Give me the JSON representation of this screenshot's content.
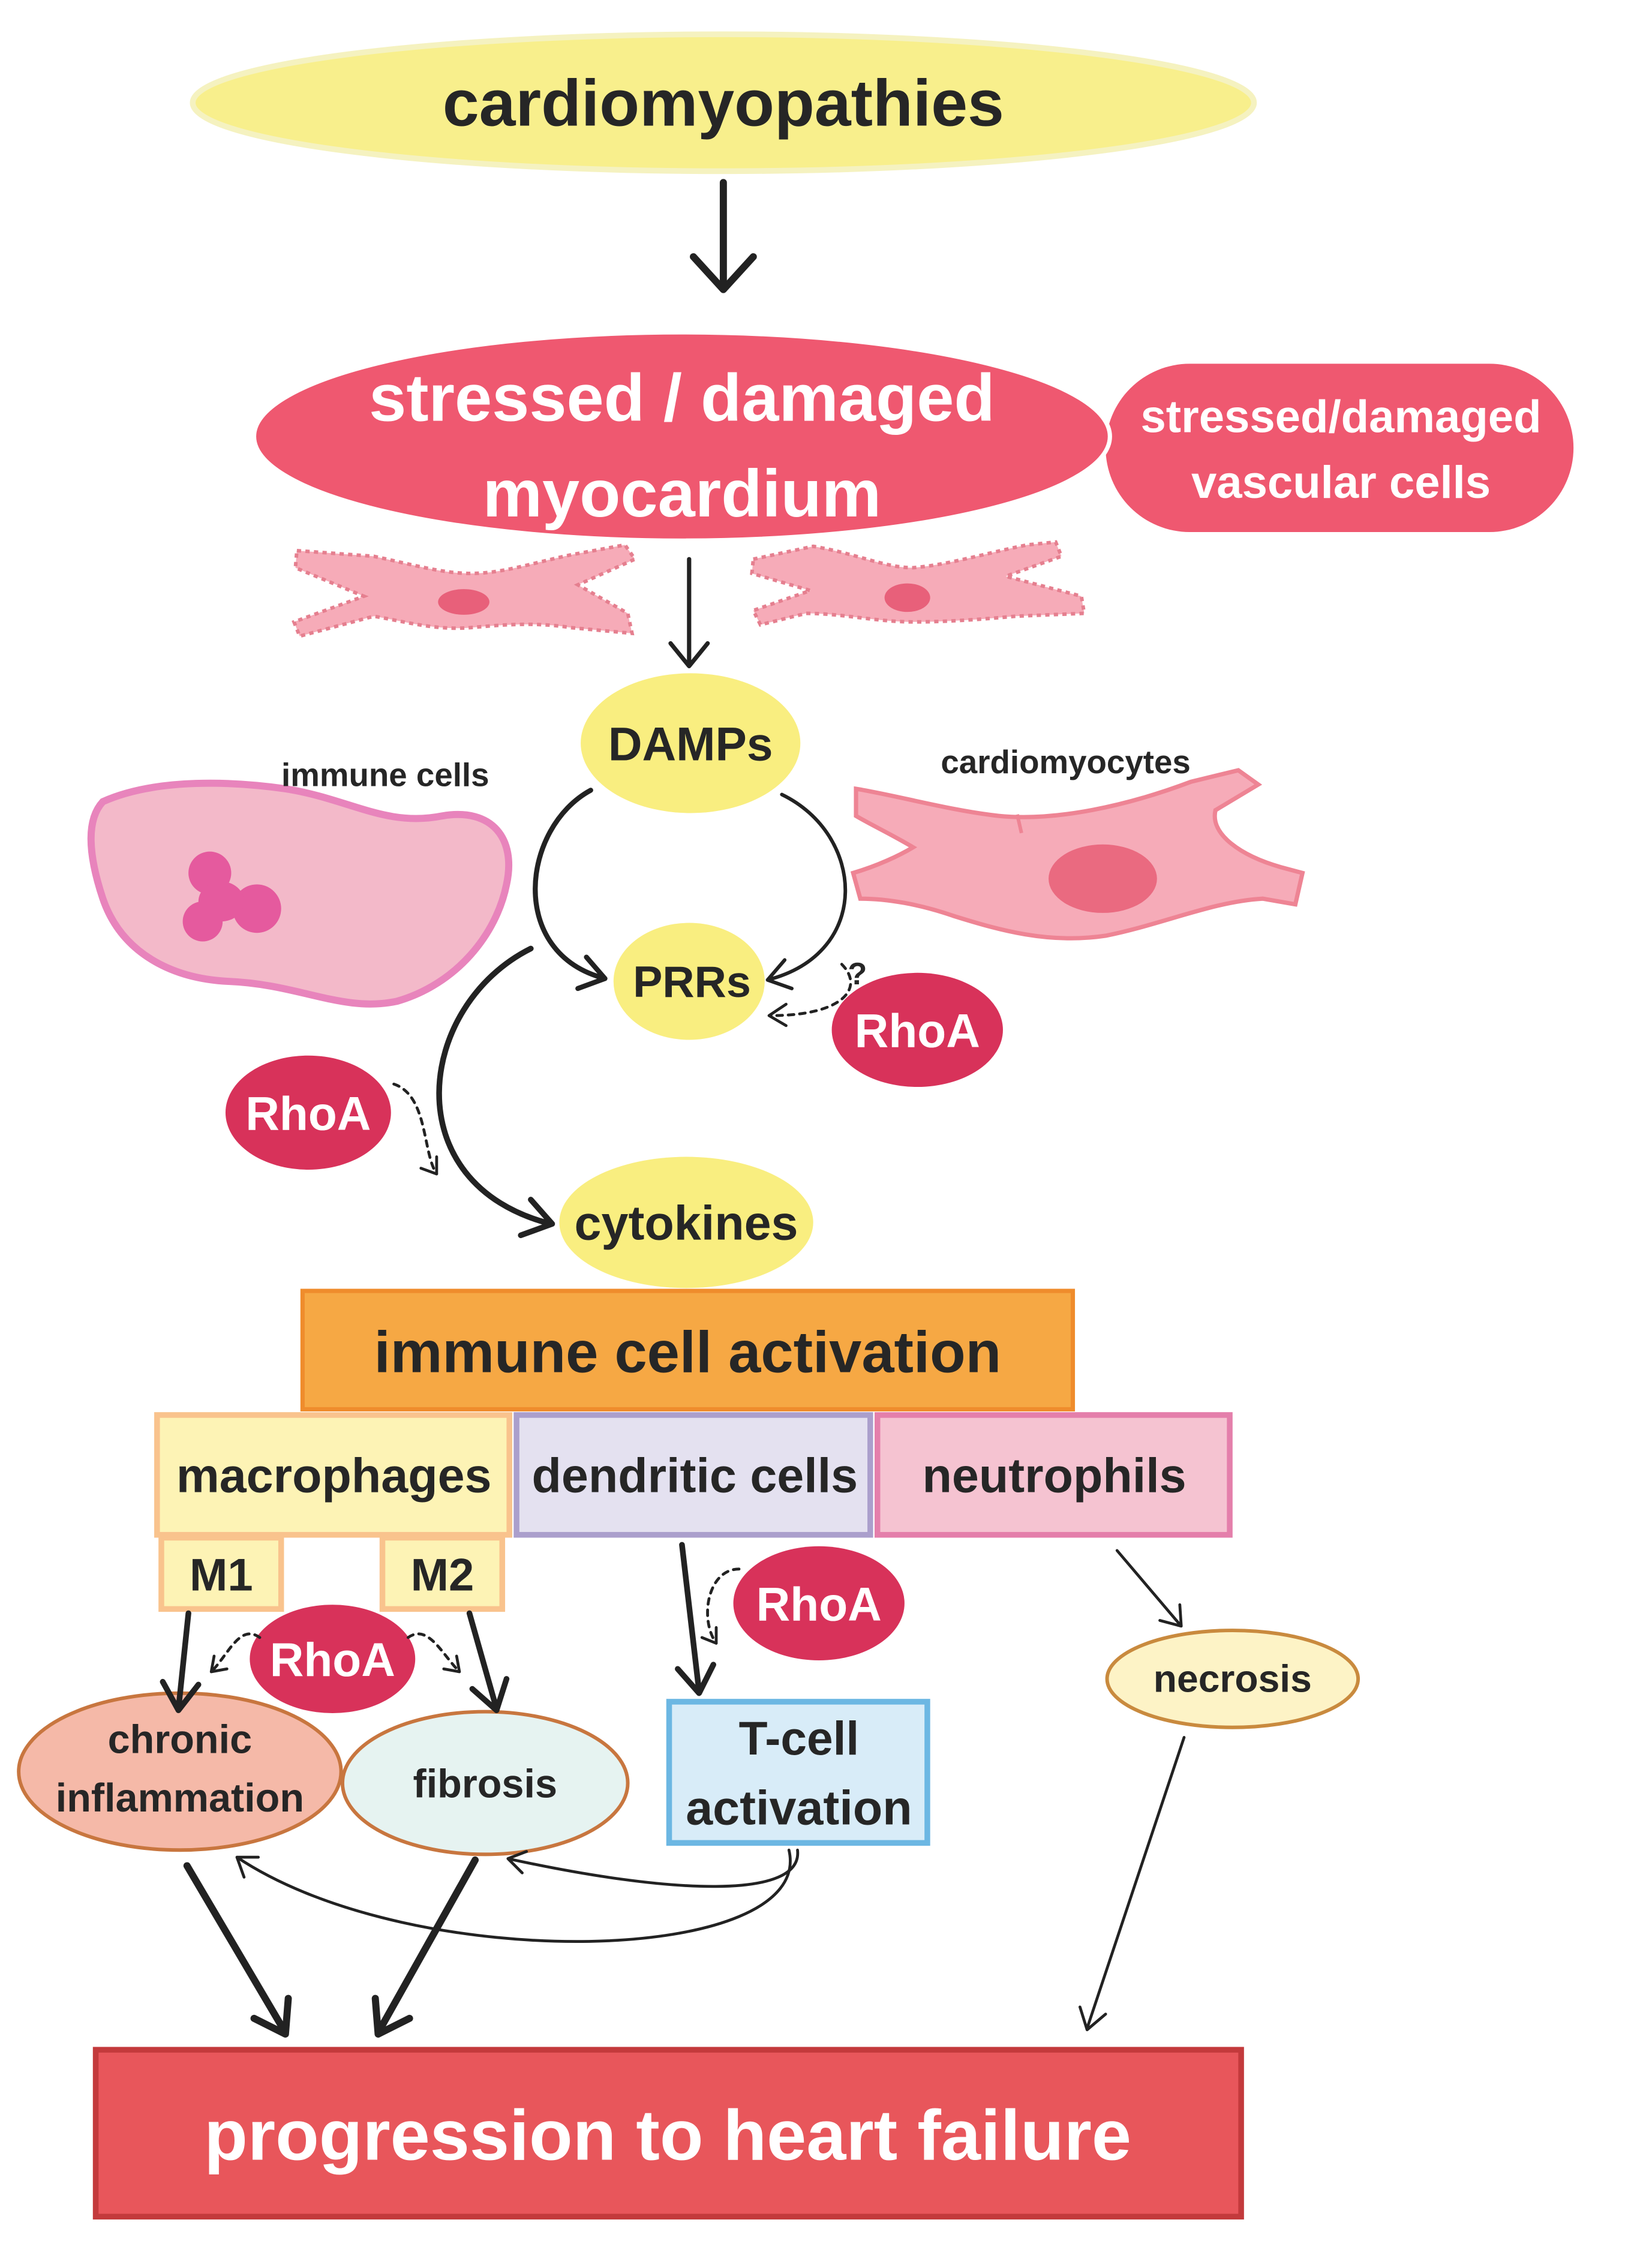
{
  "diagram": {
    "top": "cardiomyopathies",
    "myocardium": [
      "stressed / damaged",
      "myocardium"
    ],
    "vascular": [
      "stressed/damaged",
      "vascular cells"
    ],
    "immune_cells_label": "immune cells",
    "cardiomyocytes_label": "cardiomyocytes",
    "damps": "DAMPs",
    "prrs": "PRRs",
    "cytokines": "cytokines",
    "rhoa": [
      "RhoA",
      "RhoA",
      "RhoA",
      "RhoA"
    ],
    "unknown_mark": "?",
    "activation": "immune cell activation",
    "cell_types": [
      "macrophages",
      "dendritic cells",
      "neutrophils"
    ],
    "macrophage_subtypes": [
      "M1",
      "M2"
    ],
    "chronic_inflammation": [
      "chronic",
      "inflammation"
    ],
    "fibrosis": "fibrosis",
    "t_cell_activation": [
      "T-cell",
      "activation"
    ],
    "necrosis": "necrosis",
    "outcome": "progression to heart failure"
  },
  "colors": {
    "yellow_top": "#f8ef8c",
    "yellow_node": "#f9ee80",
    "damage_red": "#ef5870",
    "rhoa_red": "#d8325a",
    "activation_orange": "#f6a844",
    "macrophage_yellow": "#fdf3b5",
    "dendritic_lavender": "#e4e1f0",
    "neutrophil_pink": "#f5c3d1",
    "inflammation_salmon": "#f5b9a8",
    "fibrosis_mint": "#e6f3f1",
    "t_cell_blue": "#d8ecf8",
    "necrosis_cream": "#fdf3c6",
    "heart_failure_red": "#e8565b",
    "cell_pink": "#f6abb8",
    "immune_cell_pink": "#f3b9c9"
  }
}
